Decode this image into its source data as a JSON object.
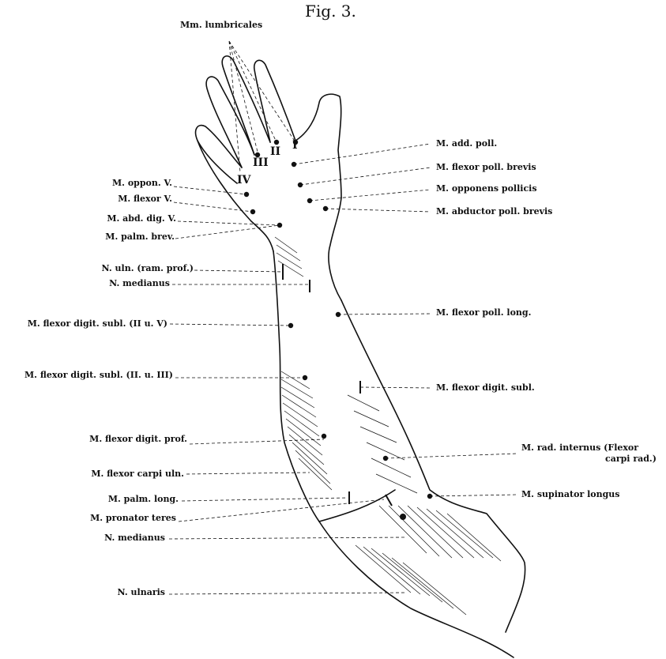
{
  "figure": {
    "title": "Fig. 3.",
    "top_label": "Mm. lumbricales",
    "finger_numerals": [
      "I",
      "II",
      "III",
      "IV"
    ]
  },
  "labels_left": [
    "M. oppon. V.",
    "M. flexor V.",
    "M. abd. dig. V.",
    "M. palm. brev.",
    "N. uln. (ram. prof.)",
    "N. medianus",
    "M. flexor digit. subl. (II u. V)",
    "M. flexor digit. subl. (II. u. III)",
    "M. flexor digit. prof.",
    "M. flexor carpi uln.",
    "M. palm. long.",
    "M. pronator teres",
    "N. medianus",
    "N. ulnaris"
  ],
  "labels_right": [
    "M. add. poll.",
    "M. flexor poll. brevis",
    "M. opponens pollicis",
    "M. abductor poll. brevis",
    "M. flexor poll. long.",
    "M. flexor digit. subl.",
    "M. rad. internus (Flexor",
    "carpi rad.)",
    "M. supinator longus"
  ]
}
